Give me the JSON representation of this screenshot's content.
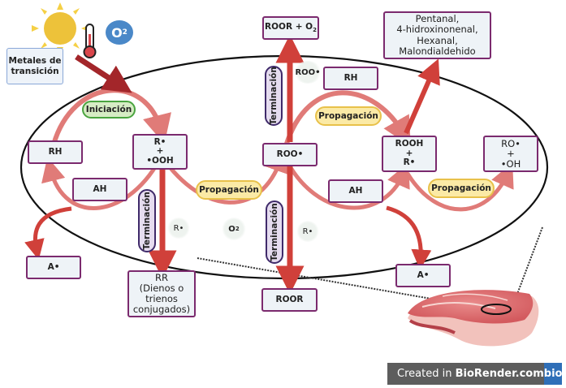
{
  "diagram": {
    "title": "Oxidación lipídica en carne",
    "inputs": {
      "sun_icon": "sun",
      "thermometer_icon": "thermometer",
      "oxygen_label": "O",
      "oxygen_sub": "2",
      "metals_label": "Metales de transición"
    },
    "stages": {
      "initiation": "Iniciación",
      "propagation_1": "Propagación",
      "propagation_2": "Propagación",
      "propagation_3": "Propagación",
      "termination_1": "Terminación",
      "termination_2": "Terminación",
      "termination_3": "Terminación"
    },
    "species": {
      "rh_left": "RH",
      "r_ooh_line1": "R•",
      "r_ooh_line2": "+",
      "r_ooh_line3": "•OOH",
      "ah_left": "AH",
      "a_left": "A•",
      "rr_products": "RR\n(Dienos o\ntrienos\nconjugados)",
      "roo": "ROO•",
      "roor_o2_prefix": "ROOR + O",
      "roor_o2_sub": "2",
      "roor": "ROOR",
      "roo_float": "ROO•",
      "rh_mid": "RH",
      "r_float_1": "R•",
      "o2_float": "O",
      "o2_float_sub": "2",
      "r_float_2": "R•",
      "rooh_line1": "ROOH",
      "rooh_line2": "+",
      "rooh_line3": "R•",
      "ah_right": "AH",
      "a_right": "A•",
      "ro_line1": "RO•",
      "ro_line2": "+",
      "ro_line3": "•OH",
      "aldehydes": "Pentanal,\n4-hidroxinonenal,\nHexanal,\nMalondialdehido"
    },
    "meat_icon": "meat-steak"
  },
  "watermark": {
    "prefix": "Created in ",
    "brand": "BioRender.com",
    "logo": "bio"
  },
  "colors": {
    "box_border": "#7b2a6e",
    "box_fill": "#eef3f7",
    "arrow_light": "#e07b78",
    "arrow_dark": "#d0403a",
    "arrow_input": "#a3262a",
    "initiation_fill": "#d6ecc4",
    "propagation_fill": "#fbeaa6",
    "termination_fill": "#e5dcef",
    "oxygen_badge": "#4a88c8",
    "watermark_bg": "#5d5d5d",
    "watermark_logo": "#2f6fb8"
  }
}
